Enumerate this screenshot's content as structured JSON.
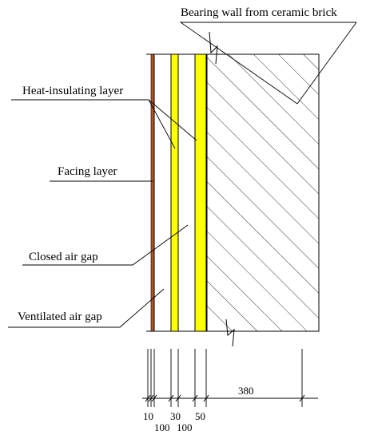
{
  "labels": {
    "bearing_wall": "Bearing wall from ceramic brick",
    "heat_insulating": "Heat-insulating layer",
    "facing": "Facing layer",
    "closed_gap": "Closed air gap",
    "ventilated_gap": "Ventilated air gap"
  },
  "dimensions": {
    "d_380": "380",
    "d_10": "10",
    "d_30": "30",
    "d_50": "50",
    "d_100a": "100",
    "d_100b": "100"
  },
  "colors": {
    "facing_layer": "#b4541e",
    "insulation": "#ffff00",
    "line": "#000000"
  }
}
